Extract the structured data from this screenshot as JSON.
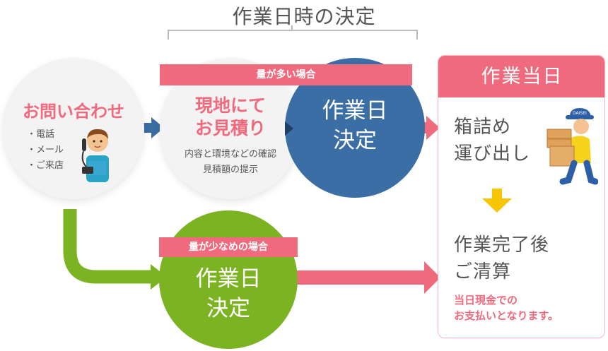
{
  "header": {
    "title": "作業日時の決定"
  },
  "inquiry": {
    "title": "お問い合わせ",
    "methods": [
      "・電話",
      "・メール",
      "・ご来店"
    ]
  },
  "estimate": {
    "banner": "量が多い場合",
    "title_lines": [
      "現地にて",
      "お見積り"
    ],
    "desc_lines": [
      "内容と環境などの確認",
      "見積額の提示"
    ]
  },
  "decide_large": {
    "lines": [
      "作業日",
      "決定"
    ]
  },
  "decide_small": {
    "banner": "量が少なめの場合",
    "lines": [
      "作業日",
      "決定"
    ]
  },
  "work_day": {
    "header": "作業当日",
    "step1_lines": [
      "箱詰め",
      "運び出し"
    ],
    "step2_lines": [
      "作業完了後",
      "ご清算"
    ],
    "payment_lines": [
      "当日現金での",
      "お支払いとなります。"
    ],
    "cap_text": "DAISEI"
  },
  "colors": {
    "pink": "#f06a7e",
    "blue": "#3b6ea5",
    "green": "#7cb322",
    "yellow": "#f7c600",
    "arrow_blue": "#3b6ea5",
    "gray": "#f3f3f3"
  },
  "icons": {
    "person_phone": "person-on-phone-icon",
    "mover": "mover-carrying-boxes-icon"
  }
}
